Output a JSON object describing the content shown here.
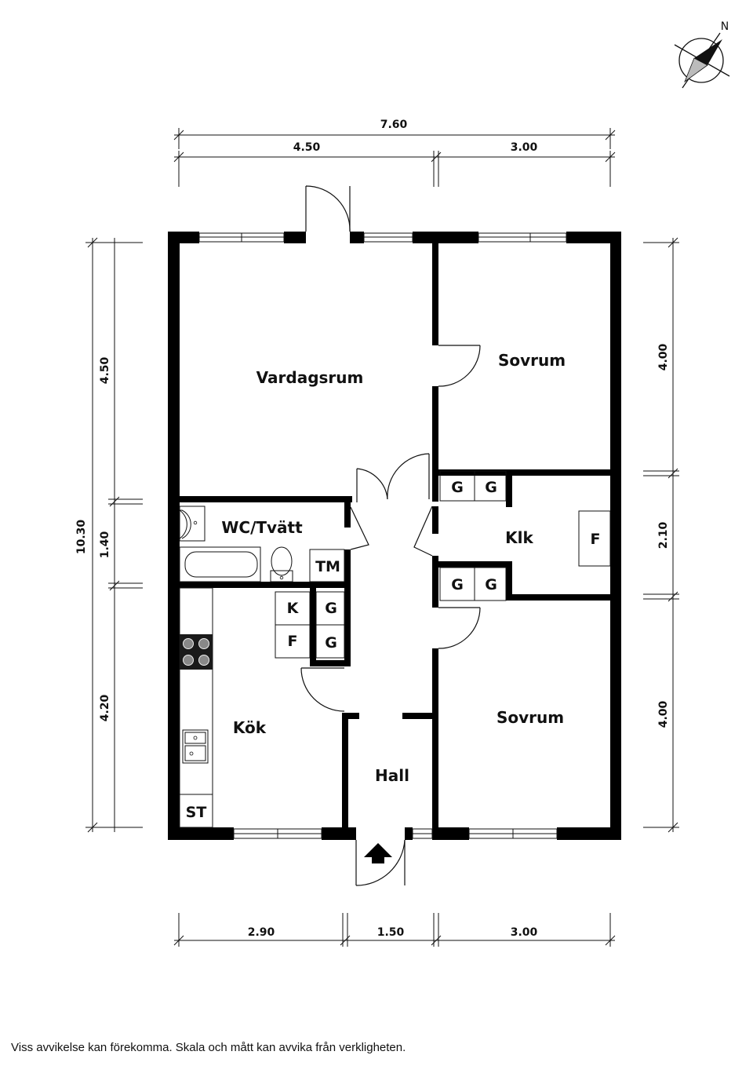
{
  "compass": {
    "north_label": "N",
    "icon": "compass-north-arrow"
  },
  "dimensions": {
    "top_total": "7.60",
    "top_left": "4.50",
    "top_right": "3.00",
    "bottom_left": "2.90",
    "bottom_mid": "1.50",
    "bottom_right": "3.00",
    "left_total": "10.30",
    "left_upper": "4.50",
    "left_mid": "1.40",
    "left_lower": "4.20",
    "right_upper": "4.00",
    "right_mid": "2.10",
    "right_lower": "4.00"
  },
  "rooms": {
    "vardagsrum": "Vardagsrum",
    "sovrum_top": "Sovrum",
    "sovrum_bottom": "Sovrum",
    "wc": "WC/Tvätt",
    "klk": "Klk",
    "kok": "Kök",
    "hall": "Hall"
  },
  "fixtures": {
    "closet_g": "G",
    "klk_f": "F",
    "tm": "TM",
    "kyl": "K",
    "frys": "F",
    "st": "ST"
  },
  "entrance_icon": "entrance-arrow-icon",
  "footer": {
    "disclaimer": "Viss avvikelse kan förekomma. Skala och mått kan avvika från verkligheten."
  }
}
